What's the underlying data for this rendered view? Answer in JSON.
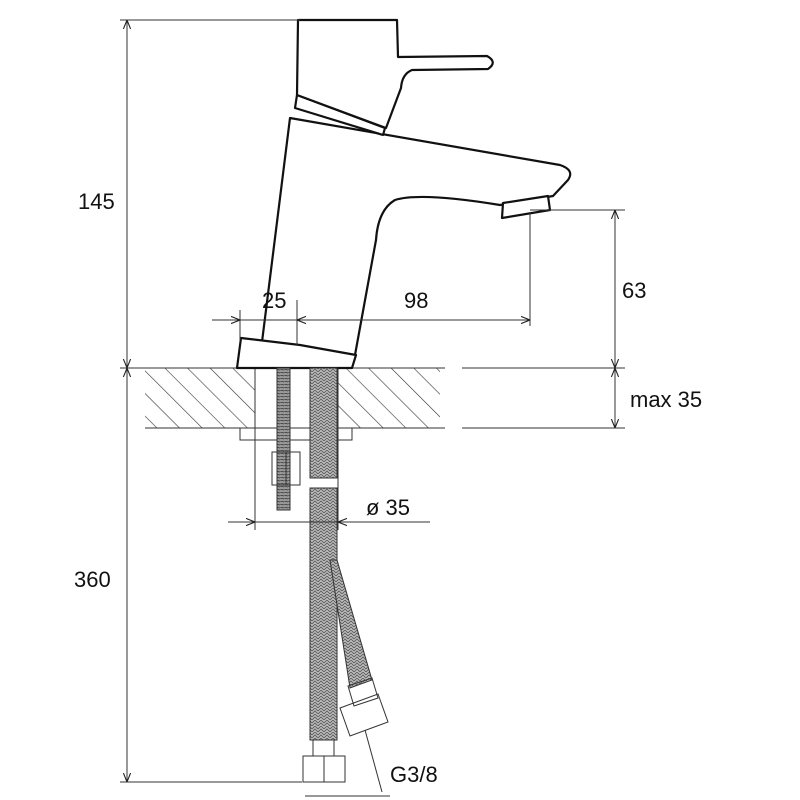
{
  "title": "Faucet technical dimension drawing",
  "dimensions": {
    "total_height": "145",
    "hose_length": "360",
    "base_width": "25",
    "spout_reach": "98",
    "spout_height": "63",
    "max_counter_thickness": "max 35",
    "hole_diameter": "ø 35",
    "connection_thread": "G3/8"
  },
  "colors": {
    "line": "#222222",
    "background": "#ffffff"
  }
}
